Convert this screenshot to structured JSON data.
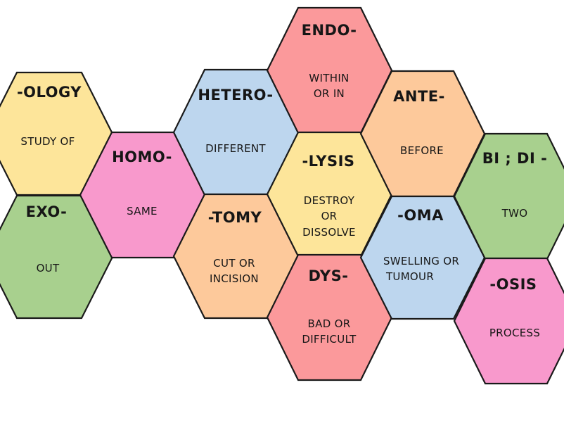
{
  "colors": {
    "yellow": "#fde59a",
    "pink": "#f899cc",
    "blue": "#bdd6ee",
    "orange": "#fdc99b",
    "red": "#fb999b",
    "green": "#a8d08e",
    "outline": "#1a1a1a"
  },
  "tiles": {
    "ology": {
      "term": "-OLOGY",
      "meaning": [
        "STUDY OF"
      ],
      "color": "#fde59a"
    },
    "exo": {
      "term": "EXO-",
      "meaning": [
        "OUT"
      ],
      "color": "#a8d08e"
    },
    "homo": {
      "term": "HOMO-",
      "meaning": [
        "SAME"
      ],
      "color": "#f899cc"
    },
    "hetero": {
      "term": "HETERO-",
      "meaning": [
        "DIFFERENT"
      ],
      "color": "#bdd6ee"
    },
    "tomy": {
      "term": "-TOMY",
      "meaning": [
        "CUT OR",
        "INCISION"
      ],
      "color": "#fdc99b"
    },
    "endo": {
      "term": "ENDO-",
      "meaning": [
        "WITHIN",
        "OR IN"
      ],
      "color": "#fb999b"
    },
    "lysis": {
      "term": "-LYSIS",
      "meaning": [
        "DESTROY",
        "OR",
        "DISSOLVE"
      ],
      "color": "#fde59a"
    },
    "dys": {
      "term": "DYS-",
      "meaning": [
        "BAD OR",
        "DIFFICULT"
      ],
      "color": "#fb999b"
    },
    "ante": {
      "term": "ANTE-",
      "meaning": [
        "BEFORE"
      ],
      "color": "#fdc99b"
    },
    "oma": {
      "term": "-OMA",
      "meaning": [
        "SWELLING OR",
        "TUMOUR"
      ],
      "color": "#bdd6ee"
    },
    "bi_di": {
      "term": "BI ; DI -",
      "meaning": [
        "TWO"
      ],
      "color": "#a8d08e"
    },
    "osis": {
      "term": "-OSIS",
      "meaning": [
        "PROCESS"
      ],
      "color": "#f899cc"
    }
  }
}
